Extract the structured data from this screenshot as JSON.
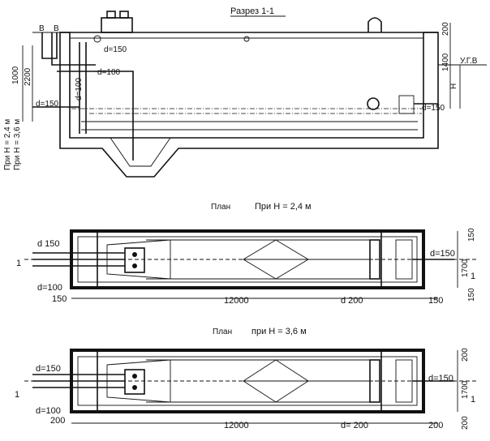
{
  "section": {
    "title": "Разрез 1-1",
    "labels": {
      "pipe_b1": "B",
      "pipe_b2": "B",
      "d150_top": "d=150",
      "d100_mid": "d=100",
      "d100_vert": "d=100",
      "d150_left": "d=150",
      "d150_right": "d=150",
      "ugv": "У.Г.В",
      "h": "H",
      "dim_200_top": "200",
      "dim_1400": "1400",
      "dim_1000": "1000",
      "dim_2200": "2200",
      "h24": "При H = 2,4 м",
      "h36": "При H = 3,6 м"
    }
  },
  "plan1": {
    "title": "План",
    "subtitle": "При H = 2,4 м",
    "labels": {
      "d150": "d 150",
      "d100": "d=100",
      "d150_right": "d=150",
      "marker": "1",
      "marker_right": "1",
      "dim_150_left": "150",
      "dim_12000": "12000",
      "dim_d200": "d  200",
      "dim_150_bottom": "150",
      "dim_150_top_r": "150",
      "dim_1700": "1700",
      "dim_150_bot_r": "150"
    }
  },
  "plan2": {
    "title": "План",
    "subtitle": "при H = 3,6 м",
    "labels": {
      "d150": "d=150",
      "d100": "d=100",
      "d150_right": "d=150",
      "marker": "1",
      "marker_right": "1",
      "dim_200_left": "200",
      "dim_12000": "12000",
      "dim_d200": "d= 200",
      "dim_200_bottom": "200",
      "dim_200_top_r": "200",
      "dim_1700": "1700",
      "dim_200_bot_r": "200"
    }
  }
}
